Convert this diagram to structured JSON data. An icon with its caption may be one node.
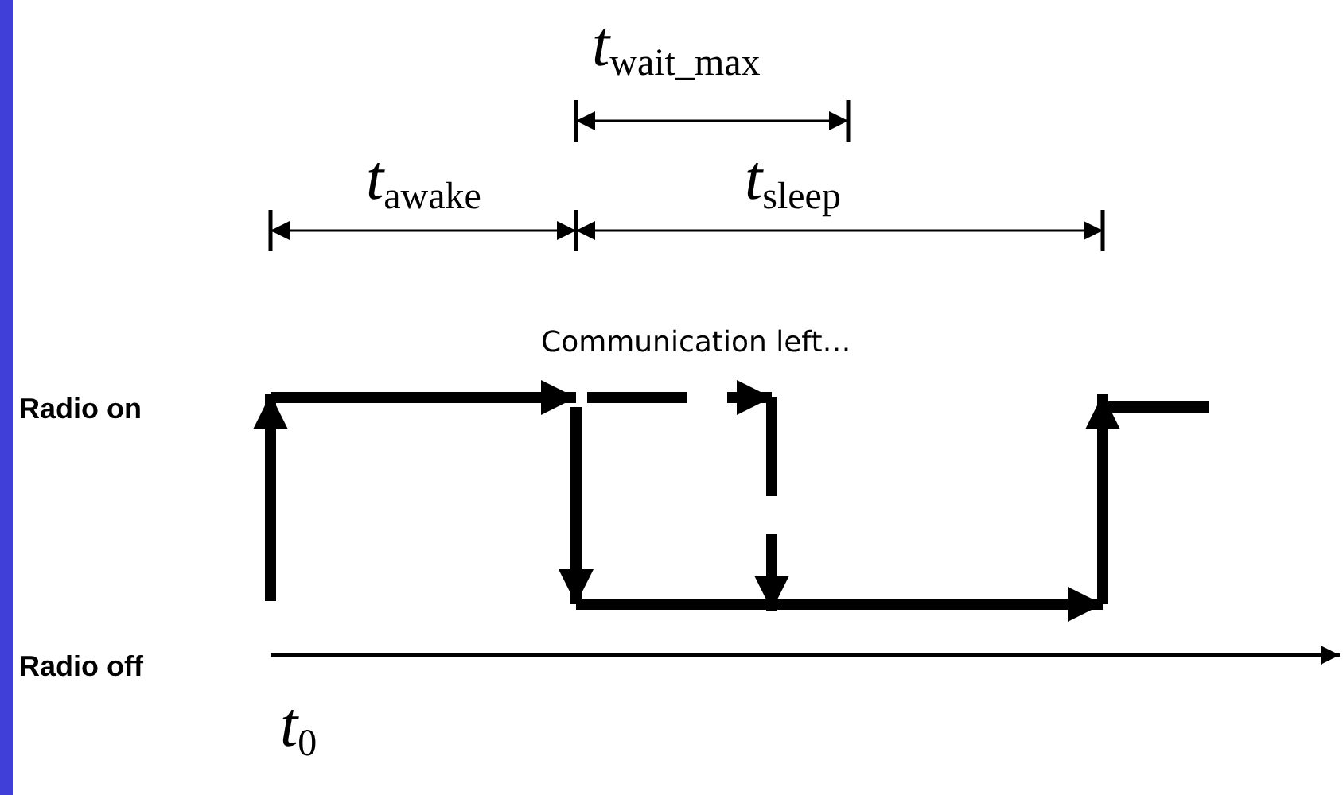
{
  "diagram": {
    "labels": [
      "*t*$_{wait_max}$",
      "*t*$_{awake}$",
      "*t*$_{sleep}$",
      "Communication left…",
      "Radio on",
      "Radio off",
      "*t*$_{0}$"
    ]
  }
}
